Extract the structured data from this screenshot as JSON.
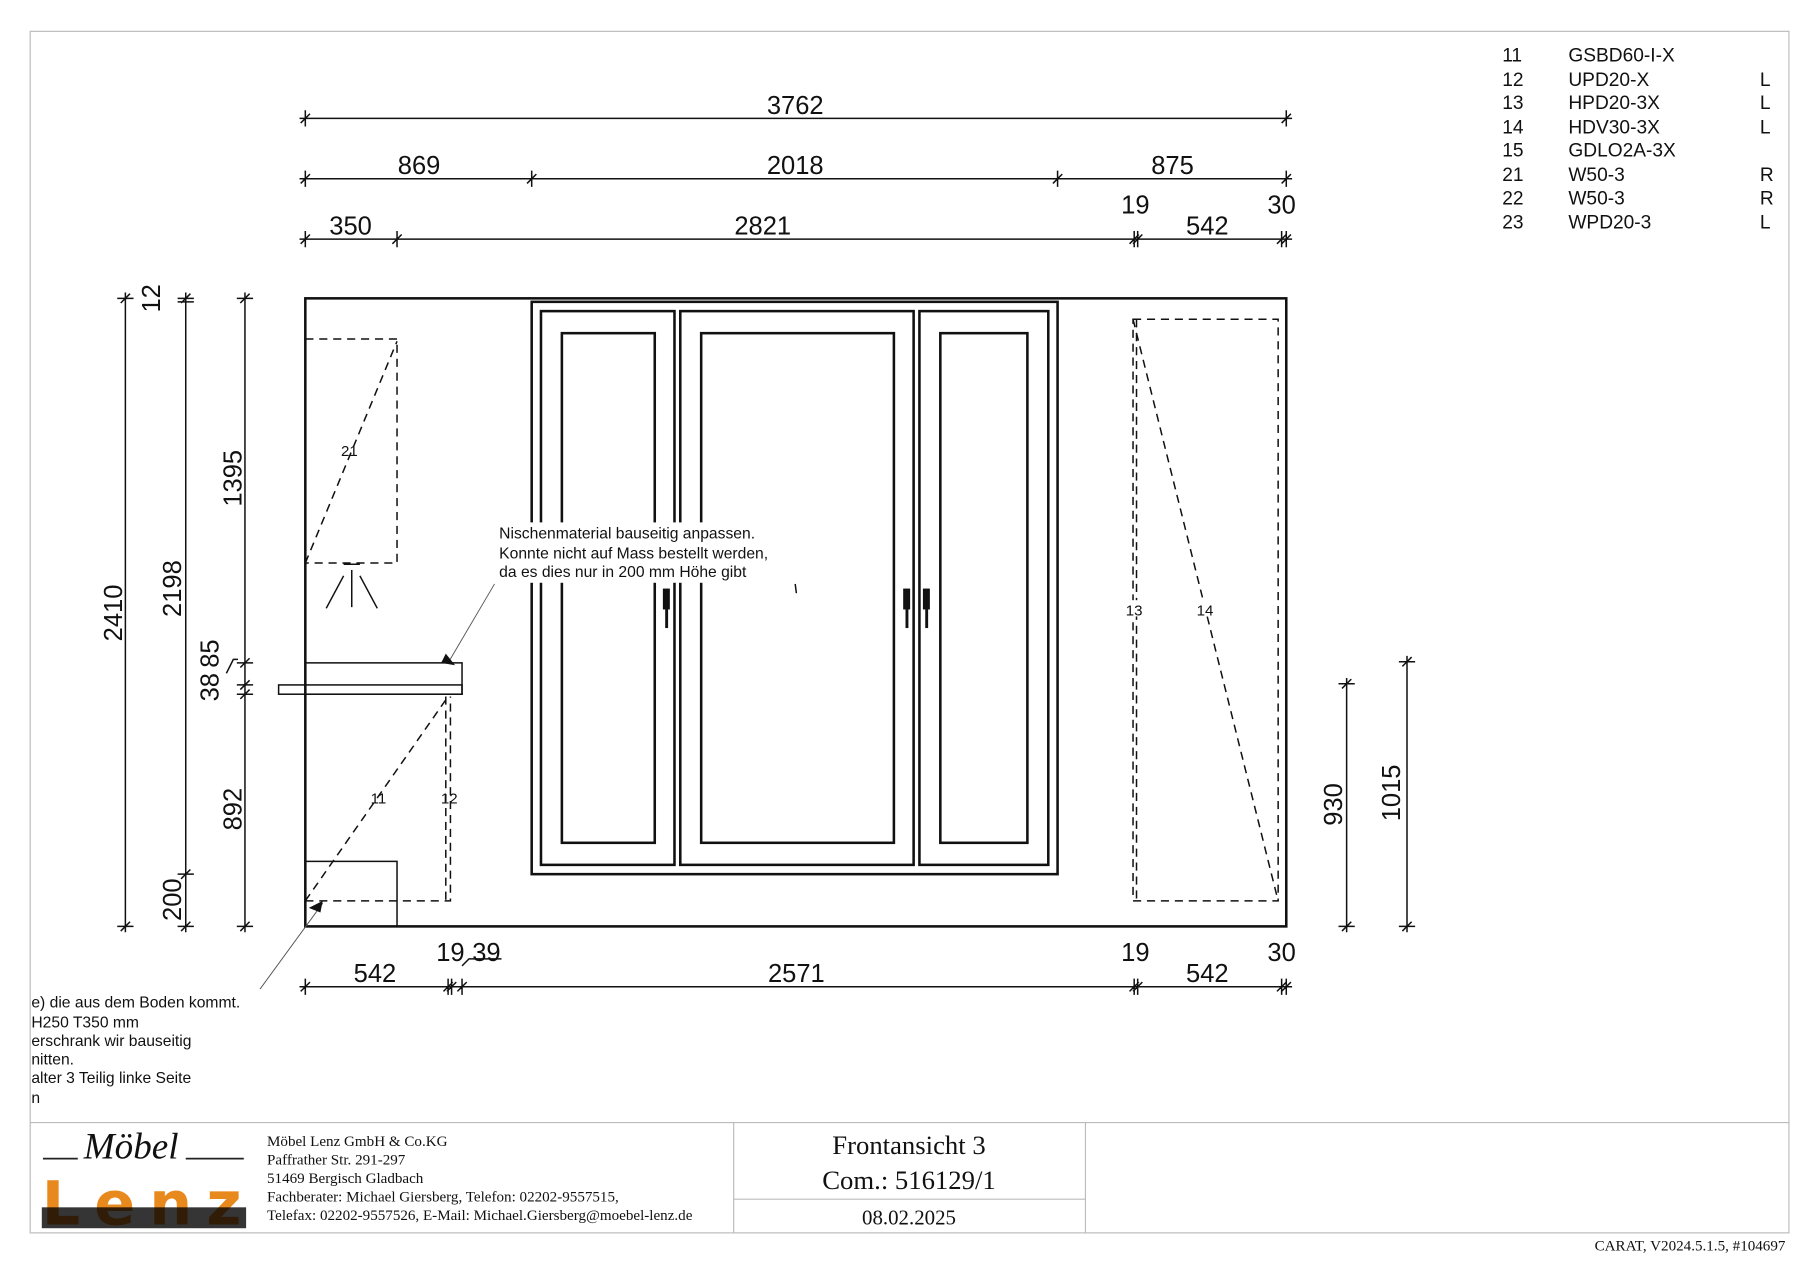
{
  "parts_list": [
    {
      "num": "11",
      "code": "GSBD60-I-X",
      "side": ""
    },
    {
      "num": "12",
      "code": "UPD20-X",
      "side": "L"
    },
    {
      "num": "13",
      "code": "HPD20-3X",
      "side": "L"
    },
    {
      "num": "14",
      "code": "HDV30-3X",
      "side": "L"
    },
    {
      "num": "15",
      "code": "GDLO2A-3X",
      "side": ""
    },
    {
      "num": "21",
      "code": "W50-3",
      "side": "R"
    },
    {
      "num": "22",
      "code": "W50-3",
      "side": "R"
    },
    {
      "num": "23",
      "code": "WPD20-3",
      "side": "L"
    }
  ],
  "dimensions": {
    "top_total": "3762",
    "top_row2": [
      "869",
      "2018",
      "875"
    ],
    "top_row3": [
      "350",
      "2821",
      "19",
      "542",
      "30"
    ],
    "left_outer": "2410",
    "left_mid": [
      "12",
      "2198",
      "200"
    ],
    "left_inner": [
      "1395",
      "85",
      "38",
      "892"
    ],
    "right": [
      "930",
      "1015"
    ],
    "bottom": [
      "542",
      "19",
      "39",
      "2571",
      "19",
      "542",
      "30"
    ]
  },
  "item_labels": {
    "w21": "21",
    "g11": "11",
    "u12": "12",
    "h13": "13",
    "h14": "14"
  },
  "niche_note": [
    "Nischenmaterial bauseitig anpassen.",
    "Konnte nicht auf Mass bestellt werden,",
    "da es dies nur in 200 mm Höhe gibt"
  ],
  "left_note": [
    "e) die aus dem Boden kommt.",
    "H250 T350 mm",
    "erschrank wir bauseitig",
    "nitten.",
    "alter 3 Teilig linke Seite",
    "n"
  ],
  "logo": {
    "script": "Möbel",
    "brand": "Lenz",
    "brand_color": "#e8891d"
  },
  "company": [
    "Möbel Lenz GmbH & Co.KG",
    "Paffrather Str. 291-297",
    "51469 Bergisch Gladbach",
    "Fachberater: Michael Giersberg, Telefon: 02202-9557515,",
    "Telefax: 02202-9557526, E-Mail: Michael.Giersberg@moebel-lenz.de"
  ],
  "title": {
    "view": "Frontansicht 3",
    "commission": "Com.: 516129/1",
    "date": "08.02.2025"
  },
  "footer": "CARAT,  V2024.5.1.5,  #104697"
}
